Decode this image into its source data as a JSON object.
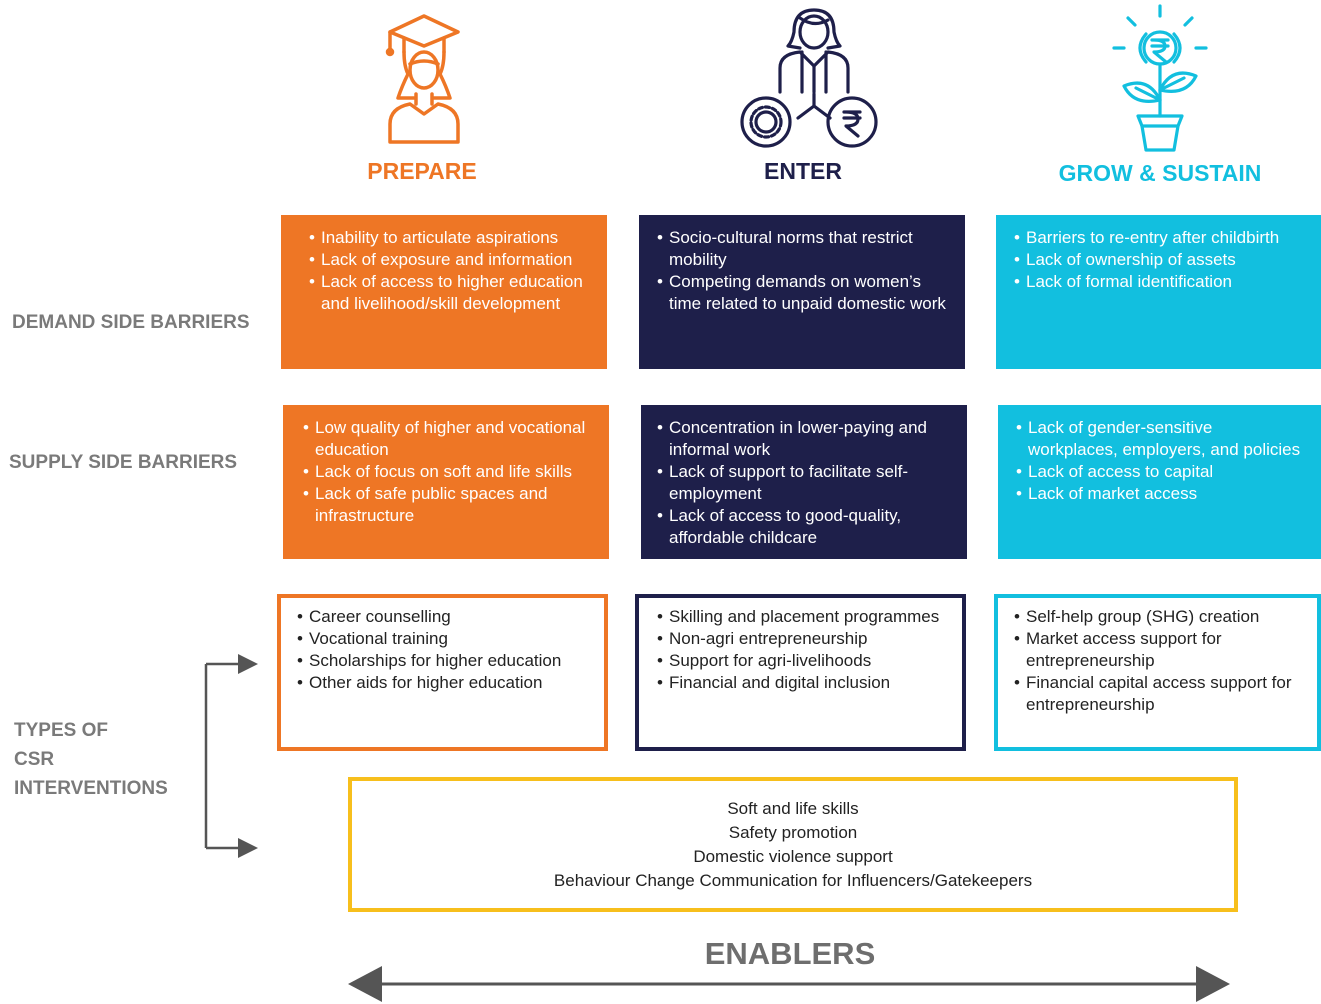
{
  "columns": [
    {
      "title": "PREPARE",
      "color": "#ee7625",
      "icon": "graduate-icon"
    },
    {
      "title": "ENTER",
      "color": "#1e1f4a",
      "icon": "businesswoman-icon"
    },
    {
      "title": "GROW & SUSTAIN",
      "color": "#12bfdf",
      "icon": "money-plant-icon"
    }
  ],
  "rows": {
    "demand_label": "DEMAND SIDE BARRIERS",
    "supply_label": "SUPPLY SIDE BARRIERS",
    "csr_label": [
      "TYPES OF",
      "CSR",
      "INTERVENTIONS"
    ]
  },
  "demand": [
    [
      "Inability to articulate aspirations",
      "Lack of exposure and information",
      "Lack of access to higher education and livelihood/skill development"
    ],
    [
      "Socio-cultural norms that restrict mobility",
      "Competing demands on women’s time related to unpaid domestic work"
    ],
    [
      "Barriers to re-entry after childbirth",
      "Lack of ownership of assets",
      "Lack of formal identification"
    ]
  ],
  "supply": [
    [
      "Low quality of higher and vocational education",
      "Lack of focus on soft and life skills",
      "Lack of safe public spaces and infrastructure"
    ],
    [
      "Concentration in lower-paying and informal work",
      "Lack of support to facilitate self-employment",
      "Lack of access to good-quality, affordable childcare"
    ],
    [
      "Lack of gender-sensitive workplaces, employers, and policies",
      "Lack of access to capital",
      "Lack of market access"
    ]
  ],
  "csr": [
    [
      "Career counselling",
      "Vocational training",
      "Scholarships for higher education",
      "Other aids for higher education"
    ],
    [
      "Skilling and placement programmes",
      "Non-agri entrepreneurship",
      "Support for agri-livelihoods",
      "Financial and digital inclusion"
    ],
    [
      "Self-help group (SHG) creation",
      "Market access support for entrepreneurship",
      "Financial capital access support for entrepreneurship"
    ]
  ],
  "enablers": {
    "items": [
      "Soft and life skills",
      "Safety promotion",
      "Domestic violence support",
      "Behaviour Change Communication for Influencers/Gatekeepers"
    ],
    "label": "ENABLERS",
    "border_color": "#f7bf1c"
  },
  "label_color": "#7a7a7a",
  "arrow_color": "#555555"
}
